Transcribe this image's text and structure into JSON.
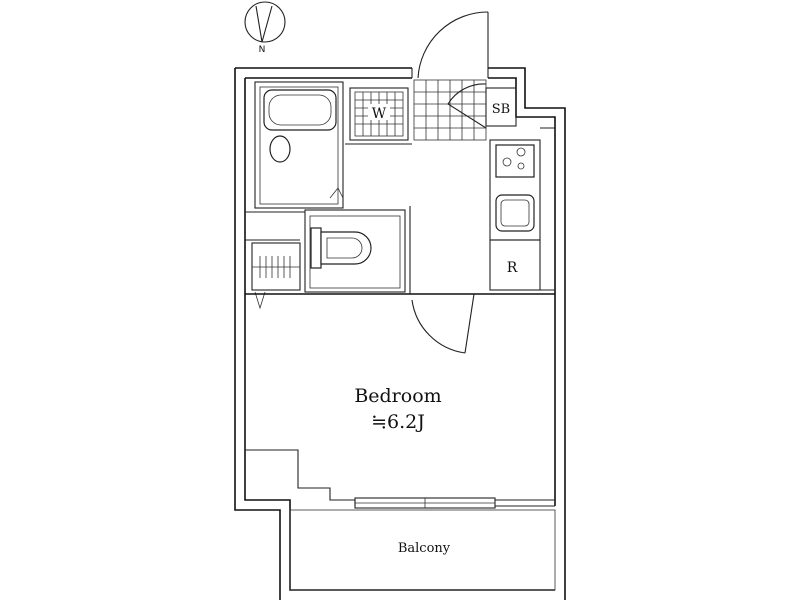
{
  "compass": {
    "label": "N"
  },
  "rooms": {
    "bedroom": {
      "name": "Bedroom",
      "area": "≒6.2J"
    },
    "balcony": {
      "name": "Balcony"
    },
    "washer": {
      "label": "W"
    },
    "shoe_box": {
      "label": "SB"
    },
    "refrigerator": {
      "label": "R"
    }
  }
}
